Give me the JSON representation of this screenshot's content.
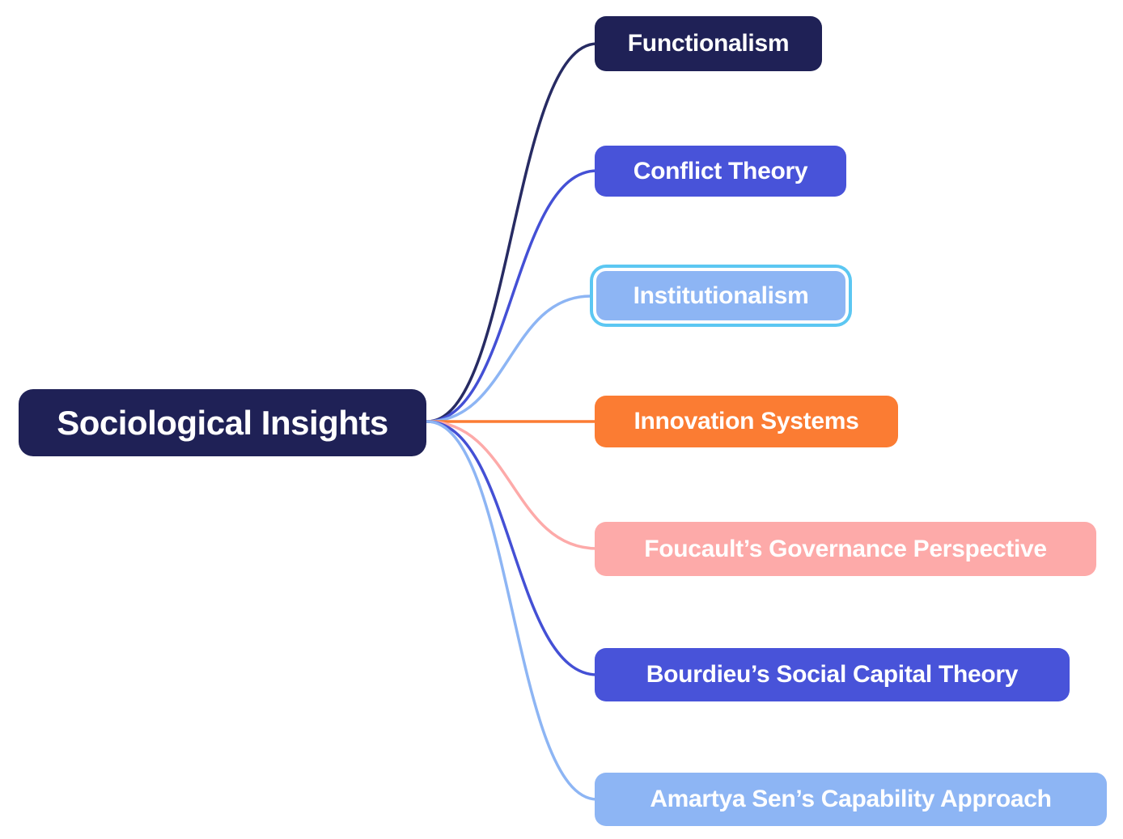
{
  "diagram": {
    "title": "Sociological Insights mind map",
    "root": {
      "label": "Sociological Insights",
      "bg": "#1f2156",
      "text_color": "#ffffff"
    },
    "branches": [
      {
        "id": "functionalism",
        "label": "Functionalism",
        "bg": "#1f2156",
        "edge_color": "#272b63",
        "text_color": "#ffffff",
        "selected": false
      },
      {
        "id": "conflict-theory",
        "label": "Conflict Theory",
        "bg": "#4853d9",
        "edge_color": "#4450d5",
        "text_color": "#ffffff",
        "selected": false
      },
      {
        "id": "institutionalism",
        "label": "Institutionalism",
        "bg": "#8db5f4",
        "edge_color": "#8db5f4",
        "text_color": "#ffffff",
        "selected": true,
        "selection_ring_color": "#5cc7f2"
      },
      {
        "id": "innovation-systems",
        "label": "Innovation Systems",
        "bg": "#fb7c33",
        "edge_color": "#fb7c33",
        "text_color": "#ffffff",
        "selected": false
      },
      {
        "id": "foucault",
        "label": "Foucault’s Governance Perspective",
        "bg": "#fdaaa9",
        "edge_color": "#fdaaa9",
        "text_color": "#ffffff",
        "selected": false
      },
      {
        "id": "bourdieu",
        "label": "Bourdieu’s Social Capital Theory",
        "bg": "#4853d9",
        "edge_color": "#4450d5",
        "text_color": "#ffffff",
        "selected": false
      },
      {
        "id": "amartya-sen",
        "label": "Amartya Sen’s Capability Approach",
        "bg": "#8db5f4",
        "edge_color": "#8db5f4",
        "text_color": "#ffffff",
        "selected": false
      }
    ]
  }
}
